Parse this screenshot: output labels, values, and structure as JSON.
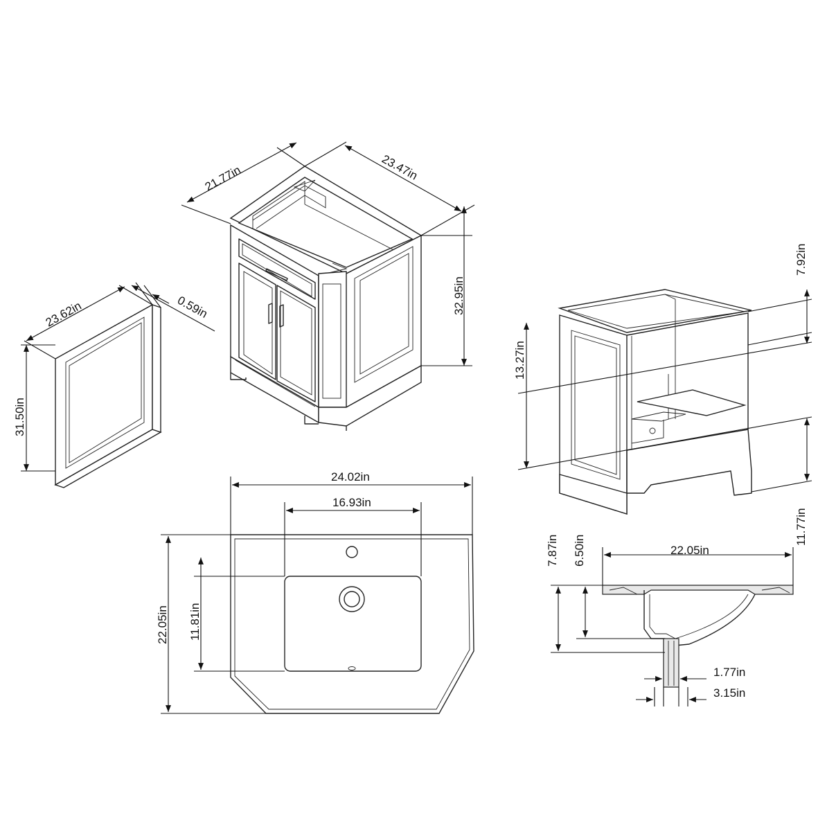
{
  "dimensions": {
    "vanity_depth": "21.77in",
    "vanity_width": "23.47in",
    "vanity_height": "32.95in",
    "mirror_width": "23.62in",
    "mirror_thickness": "0.59in",
    "mirror_height": "31.50in",
    "top_depth_side": "7.92in",
    "side_mid_height": "13.27in",
    "side_toe_height": "11.77in",
    "countertop_width": "24.02in",
    "sink_width": "16.93in",
    "countertop_depth": "22.05in",
    "sink_depth": "11.81in",
    "basin_overall_depth": "7.87in",
    "basin_depth": "6.50in",
    "basin_section_width": "22.05in",
    "drain_inner": "1.77in",
    "drain_outer": "3.15in"
  }
}
